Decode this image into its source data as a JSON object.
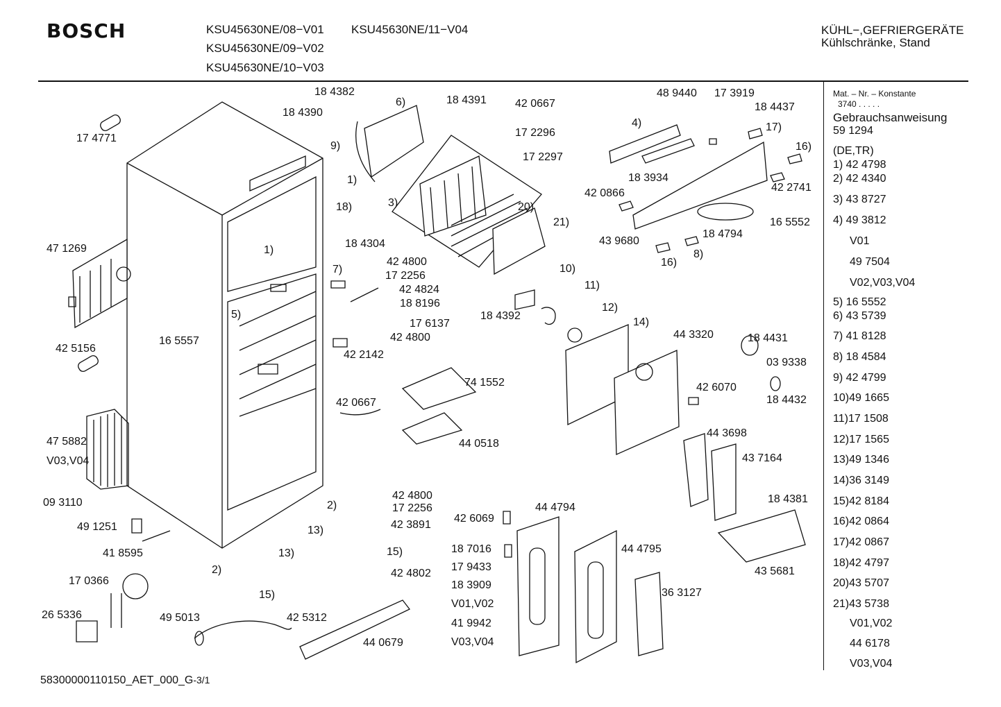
{
  "header": {
    "brand": "BOSCH",
    "models": [
      "KSU45630NE/08−V01",
      "KSU45630NE/11−V04",
      "KSU45630NE/09−V02",
      "KSU45630NE/10−V03"
    ],
    "category": "KÜHL−,GEFRIERGERÄTE",
    "subcategory": "Kühlschränke, Stand"
  },
  "footer": {
    "doc_id": "58300000110150_AET_000_G",
    "page": "-3/1"
  },
  "sidebar": {
    "const_title": "Mat. – Nr. – Konstante",
    "const_value": "3740  .  .  .  .  .",
    "manual_label": "Gebrauchsanweisung",
    "manual_number": "59 1294",
    "lang": "(DE,TR)",
    "items": [
      "1)  42 4798",
      "2)  42 4340",
      "3)  43 8727",
      "4)  49 3812",
      "V01",
      "49 7504",
      "V02,V03,V04",
      "5)  16 5552",
      "6)  43 5739",
      "7)  41 8128",
      "8)  18 4584",
      "9)  42 4799",
      "10)49 1665",
      "11)17 1508",
      "12)17 1565",
      "13)49 1346",
      "14)36 3149",
      "15)42 8184",
      "16)42 0864",
      "17)42 0867",
      "18)42 4797",
      "20)43 5707",
      "21)43 5738",
      "V01,V02",
      "44 6178",
      "V03,V04"
    ]
  },
  "labels": [
    "18 4382",
    "6)",
    "18 4391",
    "42 0667",
    "48 9440",
    "17 3919",
    "18 4437",
    "18 4390",
    "17 4771",
    "17 2296",
    "4)",
    "17)",
    "16)",
    "9)",
    "17 2297",
    "1)",
    "18)",
    "3)",
    "20)",
    "18 3934",
    "42 0866",
    "42 2741",
    "21)",
    "18 4304",
    "16 5552",
    "43 9680",
    "18 4794",
    "47 1269",
    "1)",
    "7)",
    "42 4800",
    "8)",
    "16)",
    "10)",
    "17 2256",
    "42 4824",
    "11)",
    "18 8196",
    "18 4392",
    "12)",
    "14)",
    "5)",
    "17 6137",
    "16 5557",
    "42 4800",
    "44 3320",
    "18 4431",
    "42 5156",
    "42 2142",
    "03 9338",
    "74 1552",
    "42 6070",
    "18 4432",
    "42 0667",
    "44 0518",
    "44 3698",
    "47 5882",
    "43 7164",
    "V03,V04",
    "42 4800",
    "09 3110",
    "2)",
    "17 2256",
    "18 4381",
    "44 4794",
    "42 6069",
    "42 3891",
    "49 1251",
    "13)",
    "15)",
    "18 7016",
    "44 4795",
    "41 8595",
    "13)",
    "43 5681",
    "2)",
    "42 4802",
    "17 9433",
    "17 0366",
    "18 3909",
    "36 3127",
    "15)",
    "V01,V02",
    "26 5336",
    "49 5013",
    "42 5312",
    "41 9942",
    "44 0679",
    "V03,V04"
  ]
}
